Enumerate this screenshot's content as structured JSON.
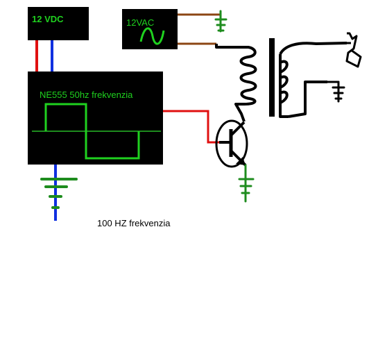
{
  "dc_supply": {
    "label": "12 VDC",
    "text_color": "#1fd11f"
  },
  "ac_supply": {
    "label": "12VAC",
    "text_color": "#1fd11f"
  },
  "oscillator": {
    "label": "NE555 50hz frekvenzia",
    "text_color": "#1fd11f"
  },
  "caption": {
    "text": "100 HZ frekvenzia"
  },
  "colors": {
    "box_fill": "#000000",
    "signal_green": "#1fd11f",
    "ground_green": "#1e8c1e",
    "dc_positive": "#e01010",
    "dc_negative": "#1030e0",
    "ac_wire": "#8b4513",
    "control_wire": "#e01010",
    "coil_ink": "#000000"
  },
  "icons": [
    "sine-wave-icon",
    "square-wave-icon",
    "ground-icon",
    "transistor-icon",
    "transformer-icon",
    "coil-icon",
    "relay-contact-icon"
  ]
}
